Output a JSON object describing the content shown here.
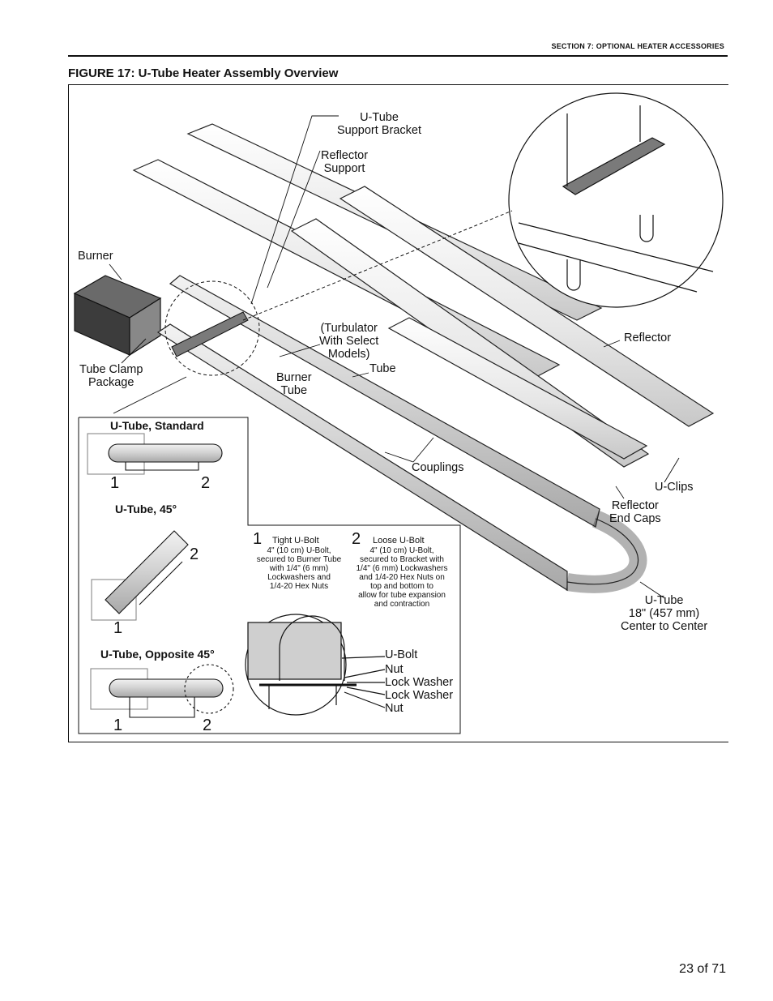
{
  "header": {
    "section": "SECTION 7: OPTIONAL HEATER ACCESSORIES"
  },
  "figure": {
    "title": "FIGURE 17: U-Tube Heater Assembly Overview"
  },
  "labels": {
    "utube_support_bracket": "U-Tube\nSupport Bracket",
    "reflector_support": "Reflector\nSupport",
    "burner": "Burner",
    "tube_clamp_package": "Tube Clamp\nPackage",
    "turbulator": "(Turbulator\nWith Select\nModels)",
    "tube": "Tube",
    "burner_tube": "Burner\nTube",
    "reflector": "Reflector",
    "couplings": "Couplings",
    "u_clips": "U-Clips",
    "reflector_end_caps": "Reflector\nEnd Caps",
    "utube_dims": "U-Tube\n18\" (457 mm)\nCenter to Center"
  },
  "inset": {
    "standard": "U-Tube, Standard",
    "forty_five": "U-Tube, 45°",
    "opposite": "U-Tube, Opposite 45°",
    "n1": "1",
    "n2": "2"
  },
  "notes": {
    "tight_num": "1",
    "tight_title": "Tight U-Bolt",
    "tight_body": "4\" (10 cm) U-Bolt,\nsecured to Burner Tube\nwith 1/4\" (6 mm)\nLockwashers and\n1/4-20 Hex Nuts",
    "loose_num": "2",
    "loose_title": "Loose U-Bolt",
    "loose_body": "4\" (10 cm) U-Bolt,\nsecured to Bracket with\n1/4\" (6 mm) Lockwashers\nand 1/4-20 Hex Nuts on\ntop and bottom to\nallow for tube expansion\nand contraction"
  },
  "hardware": [
    "U-Bolt",
    "Nut",
    "Lock Washer",
    "Lock Washer",
    "Nut"
  ],
  "footer": {
    "page": "23 of 71"
  },
  "colors": {
    "ink": "#111111",
    "burner_box": "#4a4a4a",
    "bracket": "#777777",
    "tube_fill": "#d6d6d6",
    "reflector_fill": "#ececec"
  }
}
